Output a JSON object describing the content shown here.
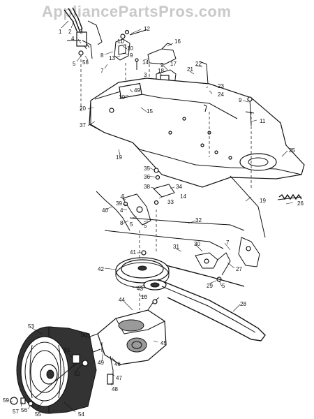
{
  "watermark": "AppliancePartsPros.com",
  "callouts": [
    {
      "id": "c1",
      "text": "1"
    },
    {
      "id": "c2",
      "text": "2"
    },
    {
      "id": "c3",
      "text": "3"
    },
    {
      "id": "c4",
      "text": "4"
    },
    {
      "id": "c5a",
      "text": "5"
    },
    {
      "id": "c58",
      "text": "58"
    },
    {
      "id": "c7a",
      "text": "7"
    },
    {
      "id": "c8a",
      "text": "8"
    },
    {
      "id": "c11a",
      "text": "11"
    },
    {
      "id": "c10a",
      "text": "10"
    },
    {
      "id": "c9a",
      "text": "9"
    },
    {
      "id": "c12",
      "text": "12"
    },
    {
      "id": "c16",
      "text": "16"
    },
    {
      "id": "c13",
      "text": "13"
    },
    {
      "id": "c14a",
      "text": "14"
    },
    {
      "id": "c17",
      "text": "17"
    },
    {
      "id": "c18",
      "text": "18"
    },
    {
      "id": "c9b",
      "text": "9"
    },
    {
      "id": "c3b",
      "text": "3"
    },
    {
      "id": "c22",
      "text": "22"
    },
    {
      "id": "c21",
      "text": "21"
    },
    {
      "id": "c23",
      "text": "23"
    },
    {
      "id": "c24",
      "text": "24"
    },
    {
      "id": "c49a",
      "text": "49"
    },
    {
      "id": "c10b",
      "text": "10"
    },
    {
      "id": "c15",
      "text": "15"
    },
    {
      "id": "c20",
      "text": "20"
    },
    {
      "id": "c37",
      "text": "37"
    },
    {
      "id": "c9c",
      "text": "9"
    },
    {
      "id": "c11b",
      "text": "11"
    },
    {
      "id": "c19a",
      "text": "19"
    },
    {
      "id": "c25",
      "text": "25"
    },
    {
      "id": "c35",
      "text": "35"
    },
    {
      "id": "c36",
      "text": "36"
    },
    {
      "id": "c38",
      "text": "38"
    },
    {
      "id": "c34",
      "text": "34"
    },
    {
      "id": "c14b",
      "text": "14"
    },
    {
      "id": "c33",
      "text": "33"
    },
    {
      "id": "c19b",
      "text": "19"
    },
    {
      "id": "c26",
      "text": "26"
    },
    {
      "id": "c6",
      "text": "6"
    },
    {
      "id": "c39",
      "text": "39"
    },
    {
      "id": "c40",
      "text": "40"
    },
    {
      "id": "c4b",
      "text": "4"
    },
    {
      "id": "c8b",
      "text": "8"
    },
    {
      "id": "c5b",
      "text": "5"
    },
    {
      "id": "c5c",
      "text": "5"
    },
    {
      "id": "c32",
      "text": "32"
    },
    {
      "id": "c41",
      "text": "41"
    },
    {
      "id": "c31",
      "text": "31"
    },
    {
      "id": "c30",
      "text": "30"
    },
    {
      "id": "c7b",
      "text": "7"
    },
    {
      "id": "c42",
      "text": "42"
    },
    {
      "id": "c27",
      "text": "27"
    },
    {
      "id": "c43",
      "text": "43"
    },
    {
      "id": "c29",
      "text": "29"
    },
    {
      "id": "c5d",
      "text": "5"
    },
    {
      "id": "c10c",
      "text": "10"
    },
    {
      "id": "c28",
      "text": "28"
    },
    {
      "id": "c44",
      "text": "44"
    },
    {
      "id": "c53",
      "text": "53"
    },
    {
      "id": "c50",
      "text": "50"
    },
    {
      "id": "c45",
      "text": "45"
    },
    {
      "id": "c51",
      "text": "51"
    },
    {
      "id": "c49b",
      "text": "49"
    },
    {
      "id": "c46",
      "text": "46"
    },
    {
      "id": "c52",
      "text": "52"
    },
    {
      "id": "c47",
      "text": "47"
    },
    {
      "id": "c48",
      "text": "48"
    },
    {
      "id": "c59",
      "text": "59"
    },
    {
      "id": "c56",
      "text": "56"
    },
    {
      "id": "c57",
      "text": "57"
    },
    {
      "id": "c55",
      "text": "55"
    },
    {
      "id": "c54",
      "text": "54"
    }
  ]
}
